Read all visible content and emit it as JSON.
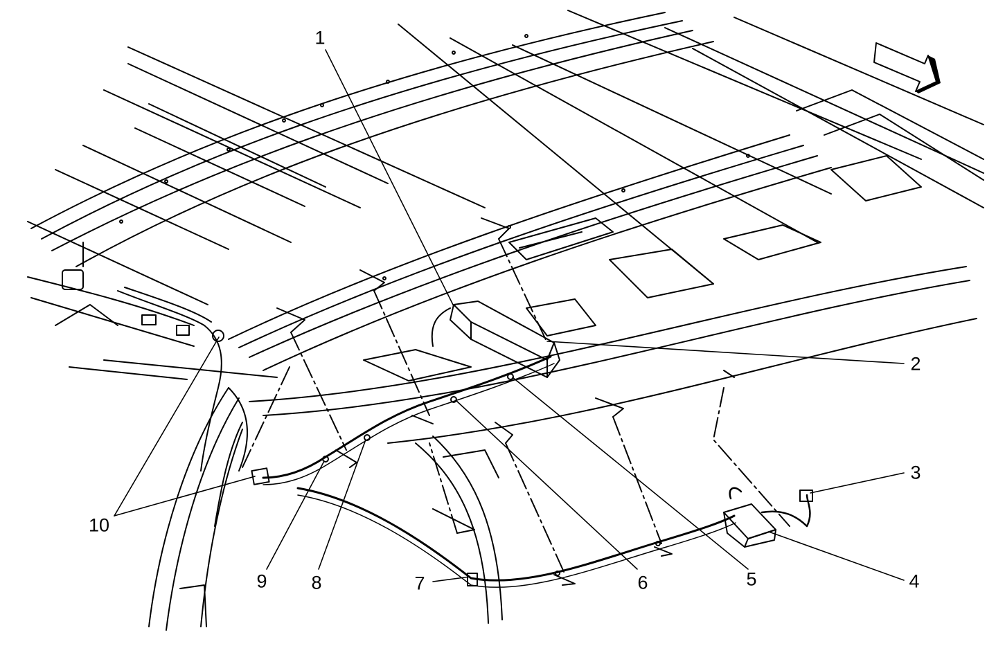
{
  "diagram": {
    "callouts": {
      "c1": "1",
      "c2": "2",
      "c3": "3",
      "c4": "4",
      "c5": "5",
      "c6": "6",
      "c7": "7",
      "c8": "8",
      "c9": "9",
      "c10": "10"
    },
    "direction_indicator": "arrow-icon",
    "line_color": "#000000",
    "background_color": "#ffffff"
  }
}
